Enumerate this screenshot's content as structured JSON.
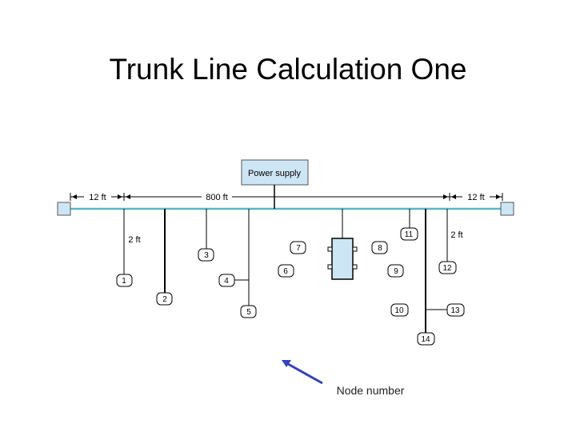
{
  "slide": {
    "title": "Trunk Line Calculation One"
  },
  "diagram": {
    "power_supply_label": "Power supply",
    "dimensions": {
      "left_span": "12 ft",
      "middle_span": "800 ft",
      "right_span": "12 ft",
      "left_drop": "2 ft",
      "right_drop": "2 ft"
    },
    "nodes": [
      "1",
      "2",
      "3",
      "4",
      "5",
      "6",
      "7",
      "8",
      "9",
      "10",
      "11",
      "12",
      "13",
      "14"
    ],
    "caption": "Node number"
  },
  "colors": {
    "trunk": "#5ab8c8",
    "box_fill": "#cde6f5",
    "arrow": "#3344bb"
  }
}
